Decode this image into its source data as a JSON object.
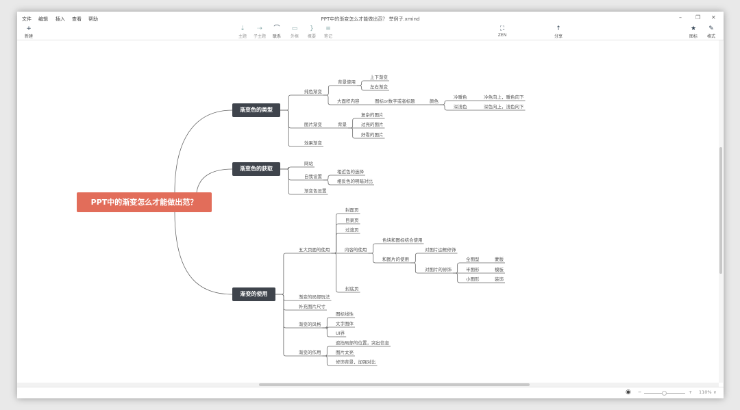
{
  "window": {
    "title": "PPT中的渐变怎么才能做出范？ 举例子.xmind",
    "minimize": "–",
    "maximize": "❐",
    "close": "✕"
  },
  "menu": [
    "文件",
    "编辑",
    "插入",
    "查看",
    "帮助"
  ],
  "toolbar": {
    "new": "新建",
    "topic": "主题",
    "subtopic": "子主题",
    "relationship": "联系",
    "boundary": "外框",
    "summary": "概要",
    "note": "笔记",
    "zen": "ZEN",
    "share": "分享",
    "icon": "图标",
    "format": "格式"
  },
  "mindmap": {
    "root": "PPT中的渐变怎么才能做出范？",
    "main": [
      "渐变色的类型",
      "渐变色的获取",
      "渐变的使用"
    ],
    "nodes": {
      "a1": "纯色渐变",
      "a11": "背景使用",
      "a111": "上下渐变",
      "a112": "左右渐变",
      "a12": "大面积内容",
      "a121": "图标or数字或者标题",
      "a122": "颜色",
      "a1221": "冷暖色",
      "a12211": "冷色向上，暖色向下",
      "a1222": "深浅色",
      "a12221": "深色向上，浅色向下",
      "a2": "图片渐变",
      "a21": "背景",
      "a211": "复杂的图片",
      "a212": "过亮的图片",
      "a213": "好看的图片",
      "a3": "效果渐变",
      "b1": "网站",
      "b2": "自我设置",
      "b21": "相近色的选择",
      "b22": "相反色的明暗对比",
      "b3": "渐变色设置",
      "c1": "五大页面的使用",
      "c11": "封面页",
      "c12": "目录页",
      "c13": "过渡页",
      "c14": "内容的使用",
      "c141": "色块和图标结合使用",
      "c142": "和图片的使用",
      "c1421": "对图片边框修饰",
      "c1422": "对图片的修饰",
      "c14221": "全图型",
      "c14222": "半图形",
      "c14223": "小图形",
      "c142211": "蒙版",
      "c142221": "模板",
      "c142231": "装饰",
      "c15": "封底页",
      "c2": "渐变的局部玩法",
      "c3": "补充图片尺寸",
      "c4": "渐变的风格",
      "c41": "图标线性",
      "c42": "文字图体",
      "c43": "UI界",
      "c5": "渐变的作用",
      "c51": "遮挡局部的位置，突出信息",
      "c52": "图片太亮",
      "c53": "修饰背景，加强对比"
    }
  },
  "status": {
    "zoom": "110%",
    "zoom_minus": "−",
    "zoom_plus": "+",
    "zoom_slider_fraction": 0.5
  },
  "colors": {
    "root": "#e26d5a",
    "main": "#3f444c",
    "line": "#666666"
  }
}
